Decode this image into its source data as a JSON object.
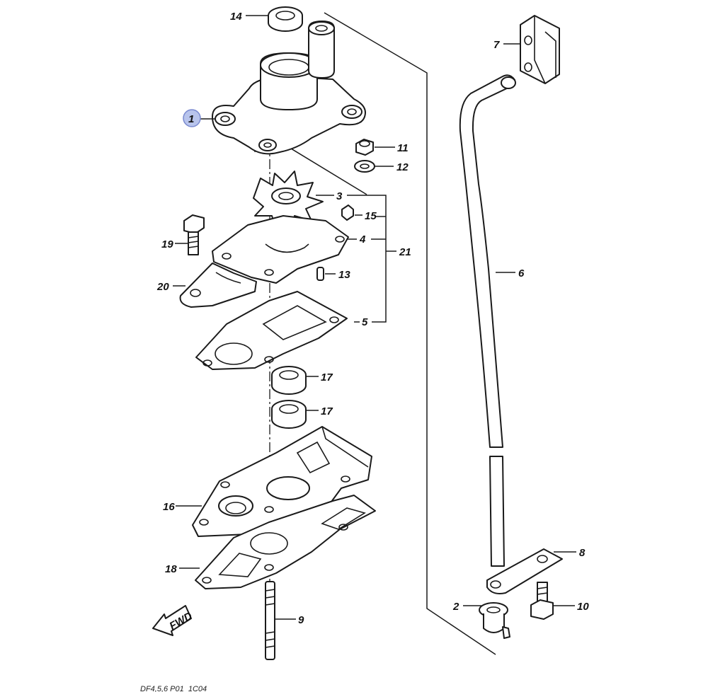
{
  "callouts": {
    "c1": "1",
    "c2": "2",
    "c3": "3",
    "c4": "4",
    "c5": "5",
    "c6": "6",
    "c7": "7",
    "c8": "8",
    "c9": "9",
    "c10": "10",
    "c11": "11",
    "c12": "12",
    "c13": "13",
    "c14": "14",
    "c15": "15",
    "c16": "16",
    "c17a": "17",
    "c17b": "17",
    "c18": "18",
    "c19": "19",
    "c20": "20",
    "c21": "21"
  },
  "fwd_label": "FWD",
  "footer_code": "DF4,5,6 P01_1C04",
  "colors": {
    "highlight": "#b8c4ec",
    "highlight_stroke": "#7a8ad0",
    "line": "#1a1a1a"
  },
  "icons": [
    "fwd-arrow-icon"
  ]
}
